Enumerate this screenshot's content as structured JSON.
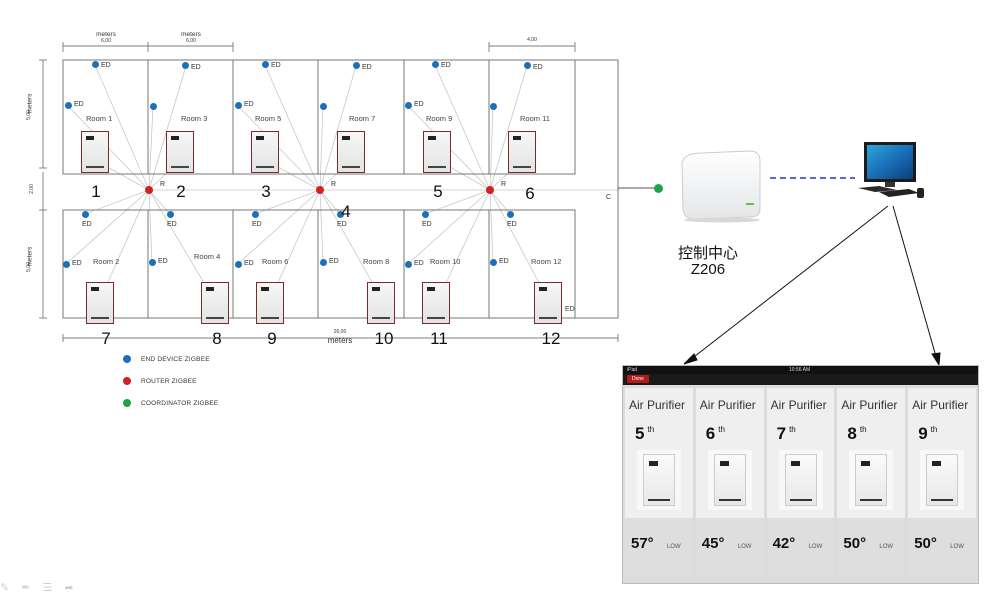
{
  "floorplan": {
    "rooms": [
      "Room 1",
      "Room 3",
      "Room 5",
      "Room 7",
      "Room 9",
      "Room 11",
      "Room 2",
      "Room 4",
      "Room 6",
      "Room 8",
      "Room 10",
      "Room 12"
    ],
    "ed_label": "ED",
    "router_label": "R",
    "coordinator_label": "C",
    "dim_meters_label": "meters",
    "dim_meters_vertical": "meters",
    "dim_width_value": "6,00",
    "dim_right_value": "4,00",
    "dim_total_value": "26,00",
    "dim_height_top": "5,00",
    "dim_height_mid": "2,00",
    "dim_height_bottom": "5,00",
    "unit_numbers": [
      "1",
      "2",
      "3",
      "4",
      "5",
      "6",
      "7",
      "8",
      "9",
      "10",
      "11",
      "12"
    ]
  },
  "legend": {
    "end_device": "END DEVICE ZIGBEE",
    "router": "ROUTER ZIGBEE",
    "coordinator": "COORDINATOR ZIGBEE"
  },
  "controller": {
    "name": "控制中心",
    "model": "Z206"
  },
  "tablet": {
    "status_left": "iPad",
    "status_time": "10:56 AM",
    "done_label": "Done",
    "cards": [
      {
        "title": "Air Purifier",
        "number": "5",
        "suffix": "th",
        "temp": "57°",
        "level": "LOW"
      },
      {
        "title": "Air Purifier",
        "number": "6",
        "suffix": "th",
        "temp": "45°",
        "level": "LOW"
      },
      {
        "title": "Air Purifier",
        "number": "7",
        "suffix": "th",
        "temp": "42°",
        "level": "LOW"
      },
      {
        "title": "Air Purifier",
        "number": "8",
        "suffix": "th",
        "temp": "50°",
        "level": "LOW"
      },
      {
        "title": "Air Purifier",
        "number": "9",
        "suffix": "th",
        "temp": "50°",
        "level": "LOW"
      }
    ]
  },
  "colors": {
    "end_device": "#1e6fb8",
    "router": "#d42020",
    "coordinator": "#1fa34a",
    "purifier_border": "#7a2a2a",
    "link_dashed": "#2233cc"
  },
  "icons": [
    "pen-icon",
    "pencil-icon",
    "menu-icon",
    "share-icon"
  ]
}
